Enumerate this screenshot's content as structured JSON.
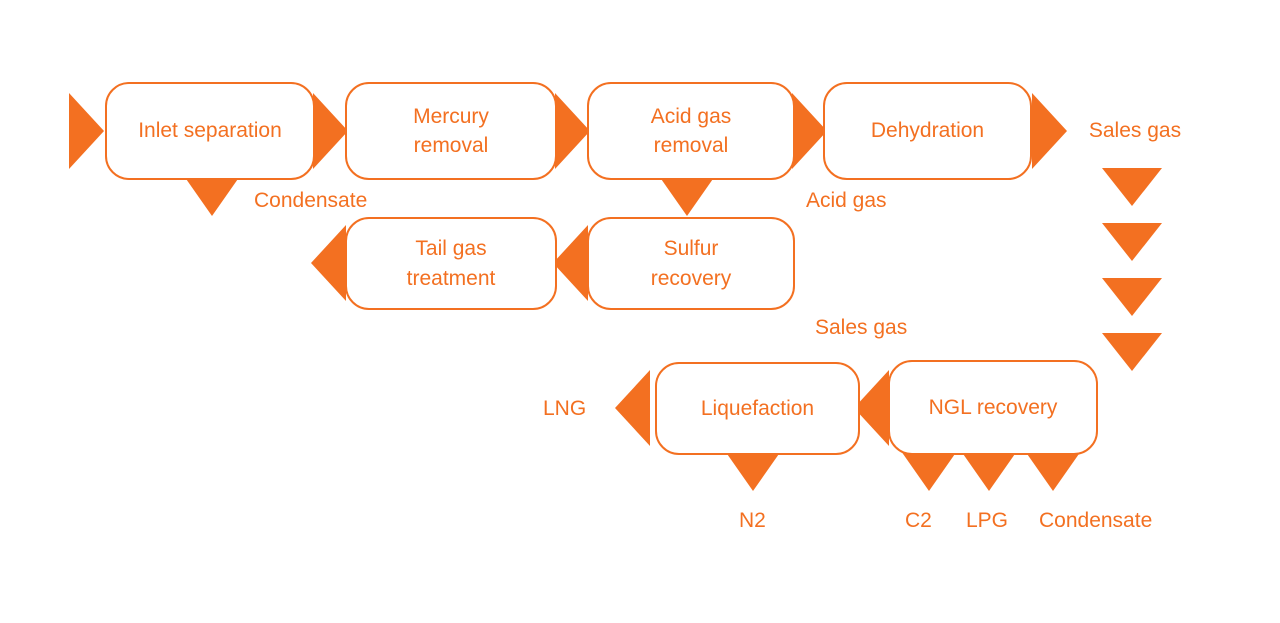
{
  "theme": {
    "accent": "#F37021",
    "background": "#FFFFFF"
  },
  "diagram_type": "gas-processing-flow",
  "nodes": {
    "inlet_separation": "Inlet separation",
    "mercury_removal": "Mercury\nremoval",
    "acid_gas_removal": "Acid gas\nremoval",
    "dehydration": "Dehydration",
    "tail_gas_treatment": "Tail gas\ntreatment",
    "sulfur_recovery": "Sulfur\nrecovery",
    "liquefaction": "Liquefaction",
    "ngl_recovery": "NGL recovery"
  },
  "streams": {
    "sales_gas_top": "Sales gas",
    "condensate_top": "Condensate",
    "acid_gas": "Acid gas",
    "sales_gas_mid": "Sales gas",
    "lng": "LNG",
    "n2": "N2",
    "c2": "C2",
    "lpg": "LPG",
    "condensate_bottom": "Condensate"
  }
}
